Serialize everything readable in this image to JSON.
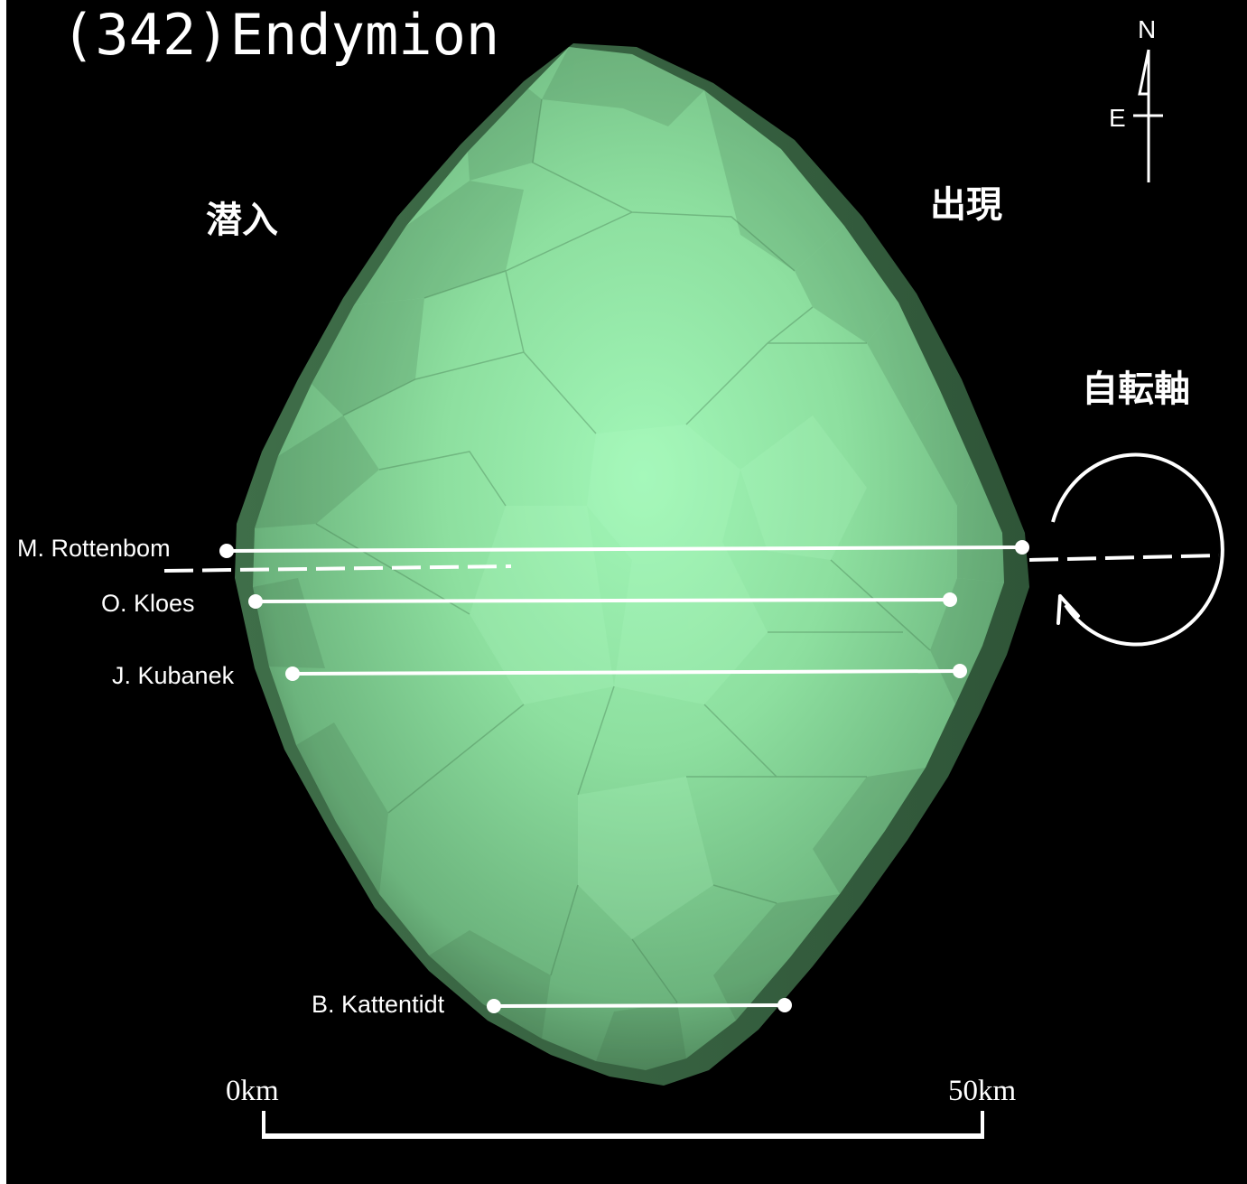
{
  "title": "(342)Endymion",
  "labels": {
    "disappearance": "潜入",
    "reappearance": "出現",
    "rotation_axis": "自転軸"
  },
  "compass": {
    "north": "N",
    "east": "E"
  },
  "observers": [
    {
      "name": "M. Rottenbom"
    },
    {
      "name": "O. Kloes"
    },
    {
      "name": "J. Kubanek"
    },
    {
      "name": "B. Kattentidt"
    }
  ],
  "scale_bar": {
    "start_label": "0km",
    "end_label": "50km"
  },
  "colors": {
    "background": "#000000",
    "body_light": "#9ef5b5",
    "body_mid": "#86d99a",
    "body_dark": "#4f8a5d",
    "chord": "#ffffff"
  }
}
